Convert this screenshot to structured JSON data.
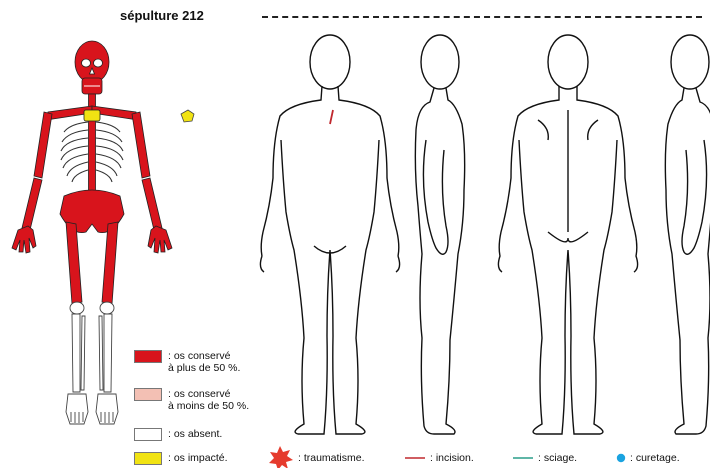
{
  "title": "sépulture 212",
  "colors": {
    "conserved_high": "#d8141c",
    "conserved_low": "#f3c0b4",
    "absent": "#ffffff",
    "impacted": "#f1e313",
    "incision": "#c0282e",
    "sciage": "#2a9d8a",
    "curetage": "#1aa3e0",
    "outline": "#111111"
  },
  "legend": {
    "conserved_high": ": os conservé\nà plus de 50 %.",
    "conserved_low": ": os conservé\nà moins de 50 %.",
    "absent": ": os absent.",
    "impacted": ": os impacté."
  },
  "marks": {
    "traumatisme": ": traumatisme.",
    "incision": ": incision.",
    "sciage": ": sciage.",
    "curetage": ": curetage."
  },
  "views": [
    "front-view",
    "left-side-view",
    "back-view",
    "right-side-view"
  ]
}
